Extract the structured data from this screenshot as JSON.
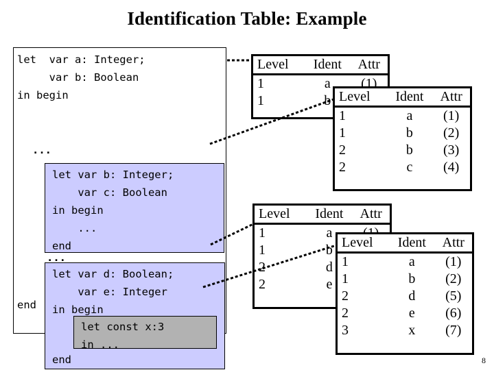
{
  "slide": {
    "title": "Identification Table: Example",
    "page_number": "8"
  },
  "colors": {
    "nested_block_fill": "#ccccff",
    "innermost_block_fill": "#b2b2b2",
    "border": "#000000",
    "background": "#ffffff"
  },
  "code": {
    "outer": [
      "let  var a: Integer;",
      "     var b: Boolean",
      "in begin"
    ],
    "outer_tail": "end",
    "ellipsis_top": "...",
    "ellipsis_mid": "...",
    "block1": [
      "let var b: Integer;",
      "    var c: Boolean",
      "in begin",
      "    ...",
      "end"
    ],
    "block2_head": [
      "let var d: Boolean;",
      "    var e: Integer",
      "in begin"
    ],
    "block2_tail": "end",
    "gray_block": [
      "let const x:3",
      "in ..."
    ]
  },
  "tables": {
    "headers": [
      "Level",
      "Ident",
      "Attr"
    ],
    "table1": {
      "rows": [
        [
          "1",
          "a",
          "(1)"
        ],
        [
          "1",
          "b",
          "(2)"
        ]
      ]
    },
    "table2": {
      "rows": [
        [
          "1",
          "a",
          "(1)"
        ],
        [
          "1",
          "b",
          "(2)"
        ],
        [
          "2",
          "b",
          "(3)"
        ],
        [
          "2",
          "c",
          "(4)"
        ]
      ]
    },
    "table3": {
      "rows": [
        [
          "1",
          "a",
          "(1)"
        ],
        [
          "1",
          "b",
          "(2)"
        ],
        [
          "2",
          "d",
          "(5)"
        ],
        [
          "2",
          "e",
          "(6)"
        ]
      ]
    },
    "table4": {
      "rows": [
        [
          "1",
          "a",
          "(1)"
        ],
        [
          "1",
          "b",
          "(2)"
        ],
        [
          "2",
          "d",
          "(5)"
        ],
        [
          "2",
          "e",
          "(6)"
        ],
        [
          "3",
          "x",
          "(7)"
        ]
      ]
    }
  }
}
